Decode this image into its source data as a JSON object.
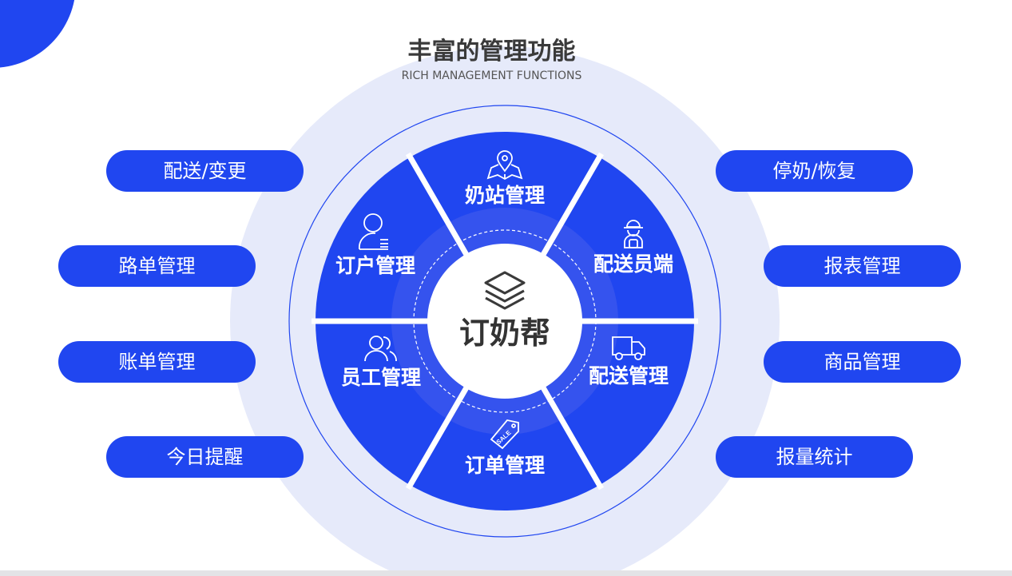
{
  "header": {
    "title": "丰富的管理功能",
    "subtitle": "RICH MANAGEMENT FUNCTIONS"
  },
  "center": {
    "brand": "订奶帮",
    "icon": "layers-icon"
  },
  "segments": [
    {
      "label": "奶站管理",
      "icon": "map-pin-icon"
    },
    {
      "label": "配送员端",
      "icon": "courier-icon"
    },
    {
      "label": "配送管理",
      "icon": "truck-icon"
    },
    {
      "label": "订单管理",
      "icon": "sale-tag-icon"
    },
    {
      "label": "员工管理",
      "icon": "users-icon"
    },
    {
      "label": "订户管理",
      "icon": "user-icon"
    }
  ],
  "left_features": [
    "配送/变更",
    "路单管理",
    "账单管理",
    "今日提醒"
  ],
  "right_features": [
    "停奶/恢复",
    "报表管理",
    "商品管理",
    "报量统计"
  ],
  "colors": {
    "primary": "#2046f0",
    "light_ring": "#e6eafa",
    "text_dark": "#3a3a3a"
  }
}
